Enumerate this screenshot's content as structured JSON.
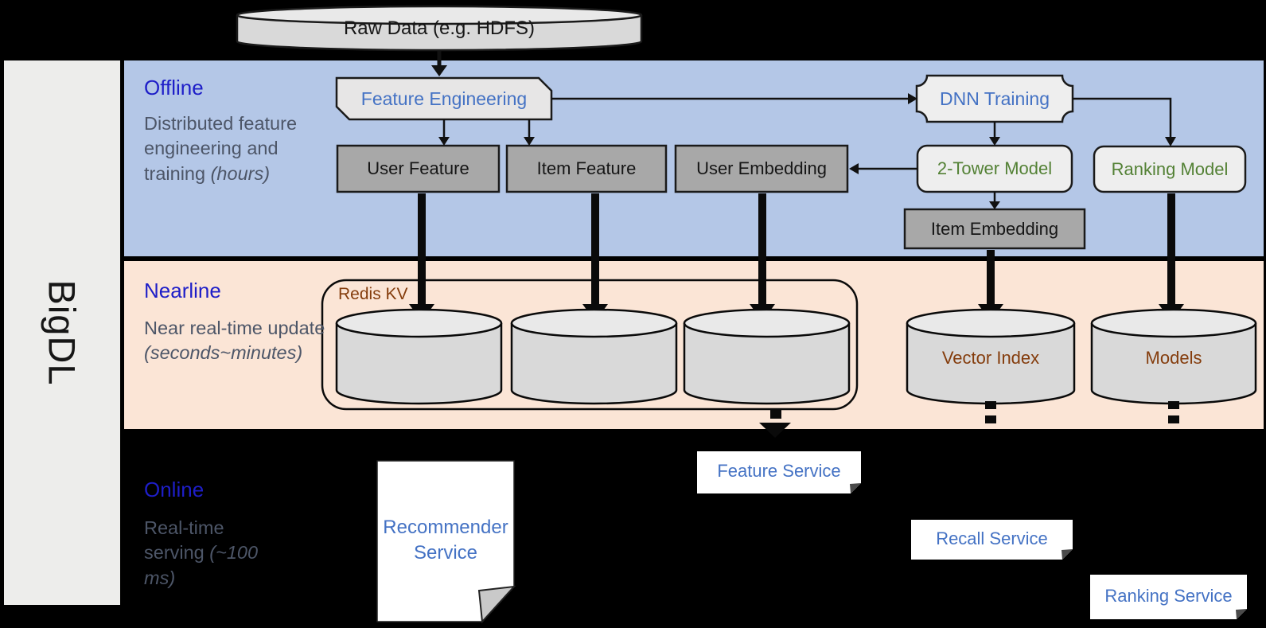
{
  "sidebar": {
    "brand": "BigDL"
  },
  "lanes": {
    "offline": {
      "title": "Offline",
      "desc": "Distributed feature engineering and training",
      "note": "(hours)"
    },
    "nearline": {
      "title": "Nearline",
      "desc": "Near real-time update",
      "note": "(seconds~minutes)"
    },
    "online": {
      "title": "Online",
      "desc": "Real-time serving",
      "note": "(~100 ms)"
    }
  },
  "nodes": {
    "raw_data": "Raw Data (e.g. HDFS)",
    "feature_engineering": "Feature Engineering",
    "dnn_training": "DNN Training",
    "user_feature": "User Feature",
    "item_feature": "Item Feature",
    "user_embedding": "User Embedding",
    "two_tower_model": "2-Tower Model",
    "ranking_model": "Ranking Model",
    "item_embedding": "Item Embedding",
    "redis_kv": "Redis KV",
    "vector_index": "Vector Index",
    "models": "Models"
  },
  "services": {
    "recommender": "Recommender Service",
    "feature": "Feature Service",
    "recall": "Recall Service",
    "ranking": "Ranking Service"
  },
  "colors": {
    "offline_band": "#b4c7e7",
    "nearline_band": "#fbe5d6",
    "online_background": "#000000",
    "sidebar_background": "#ededeb",
    "lane_title_blue": "#1e1ec8",
    "lane_desc_gray": "#4d5668",
    "process_text_blue": "#4472c4",
    "model_text_green": "#538135",
    "storage_text_rust": "#843c0c",
    "gray_box_fill": "#a8a8a8",
    "light_box_fill": "#e7e6e6",
    "cylinder_fill": "#d9d9d9"
  }
}
